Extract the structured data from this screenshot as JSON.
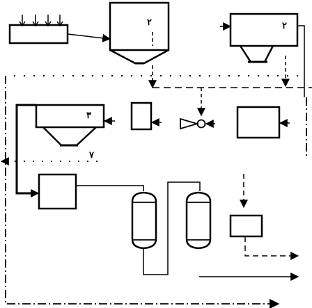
{
  "diagram": {
    "labels": {
      "tank_top_center": "۲",
      "tank_top_right": "۲",
      "tank_mid_left": "۳",
      "tank_mid_left_outlet": "۷"
    }
  }
}
